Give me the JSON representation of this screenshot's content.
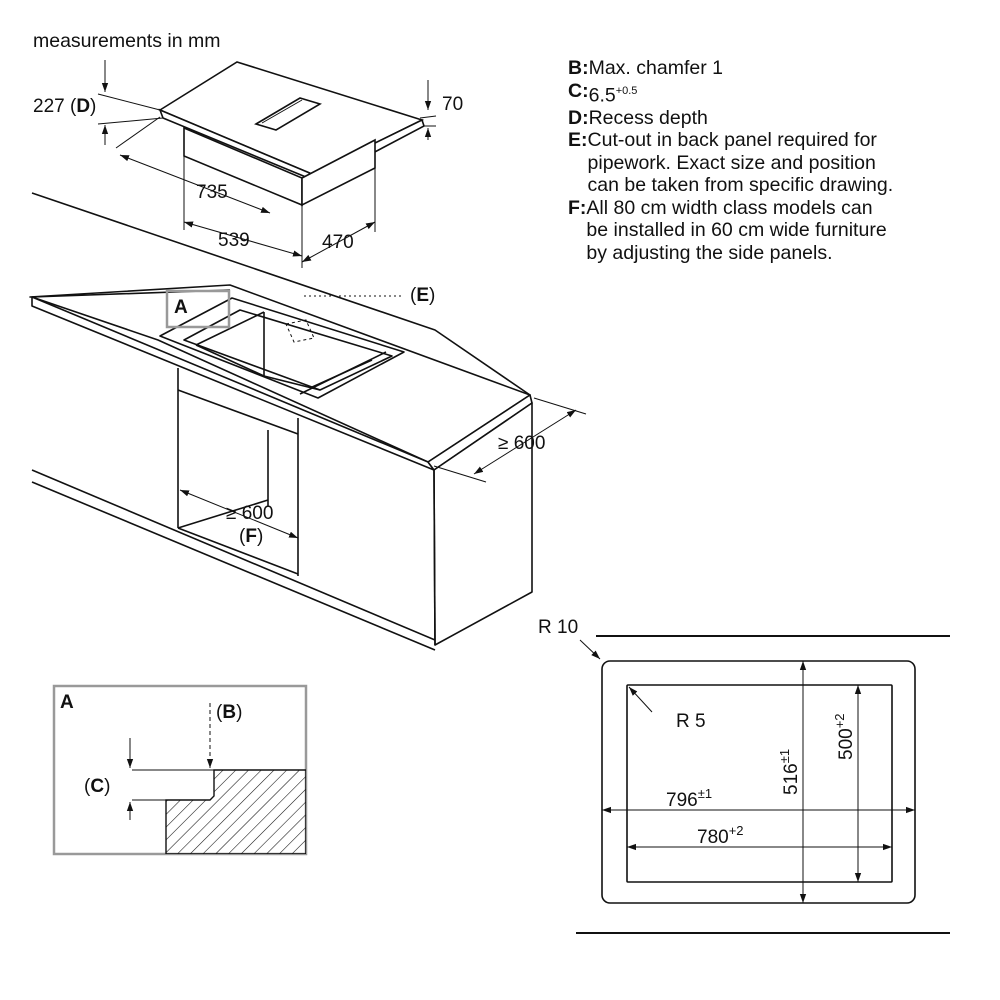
{
  "header": {
    "units": "measurements in mm"
  },
  "legend": [
    {
      "key": "B",
      "text": "Max. chamfer 1"
    },
    {
      "key": "C",
      "text": "6.5",
      "sup": "+0.5"
    },
    {
      "key": "D",
      "text": "Recess depth"
    },
    {
      "key": "E",
      "text": "Cut-out in back panel required for\npipework. Exact size and position\ncan be taken from specific drawing."
    },
    {
      "key": "F",
      "text": "All 80 cm width class models can\nbe installed in 60 cm wide furniture\nby adjusting the side panels."
    }
  ],
  "hob": {
    "depth_value": "227",
    "depth_key": "D",
    "thickness": "70",
    "width_outer": "735",
    "width_inner": "539",
    "depth_side": "470"
  },
  "cabinet": {
    "callout_a": "A",
    "callout_e": "E",
    "worktop_depth": "≥ 600",
    "cabinet_width": "≥ 600",
    "cabinet_key": "F"
  },
  "detail": {
    "title": "A",
    "label_b": "B",
    "label_c": "C"
  },
  "cutout": {
    "outer_radius": "R 10",
    "inner_radius": "R 5",
    "outer_width": "796",
    "outer_width_tol": "±1",
    "inner_width": "780",
    "inner_width_tol": "+2",
    "outer_height": "516",
    "outer_height_tol": "±1",
    "inner_height": "500",
    "inner_height_tol": "+2"
  }
}
